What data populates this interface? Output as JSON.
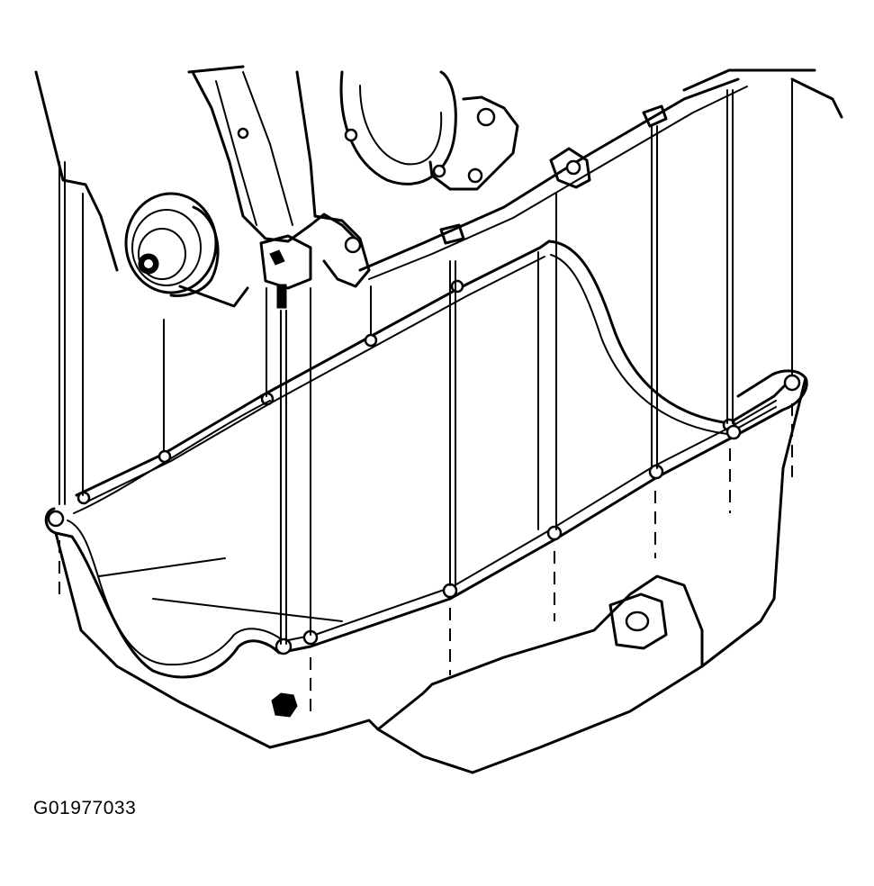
{
  "figure": {
    "id_label": "G01977033"
  },
  "illustration": {
    "subject": "oil-pan-installation",
    "components": [
      "engine-block",
      "timing-cover",
      "crankshaft-pulley",
      "oil-pan-gasket",
      "oil-pan",
      "oil-pan-bolts",
      "mounting-studs"
    ]
  }
}
